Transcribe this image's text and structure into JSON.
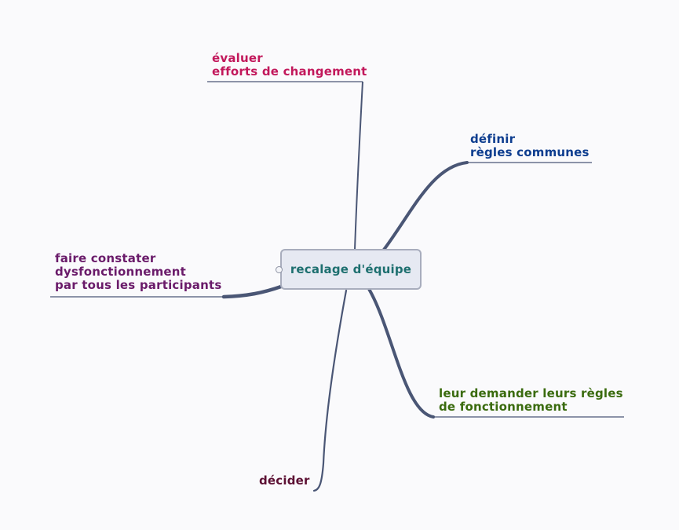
{
  "central": {
    "label": "recalage d'équipe",
    "color": "#1d6f6f"
  },
  "branches": [
    {
      "lines": [
        "évaluer",
        "efforts de changement"
      ],
      "color": "#c2185b"
    },
    {
      "lines": [
        "définir",
        "règles communes"
      ],
      "color": "#0d3d8f"
    },
    {
      "lines": [
        "faire constater",
        "dysfonctionnement",
        "par tous les participants"
      ],
      "color": "#6a1b6a"
    },
    {
      "lines": [
        "leur demander leurs règles",
        "de fonctionnement"
      ],
      "color": "#3a6b0e"
    },
    {
      "lines": [
        "décider"
      ],
      "color": "#5c1033"
    }
  ],
  "connector_color": "#4a5675",
  "icons": {
    "collapse_handle": "collapse-circle-icon"
  }
}
